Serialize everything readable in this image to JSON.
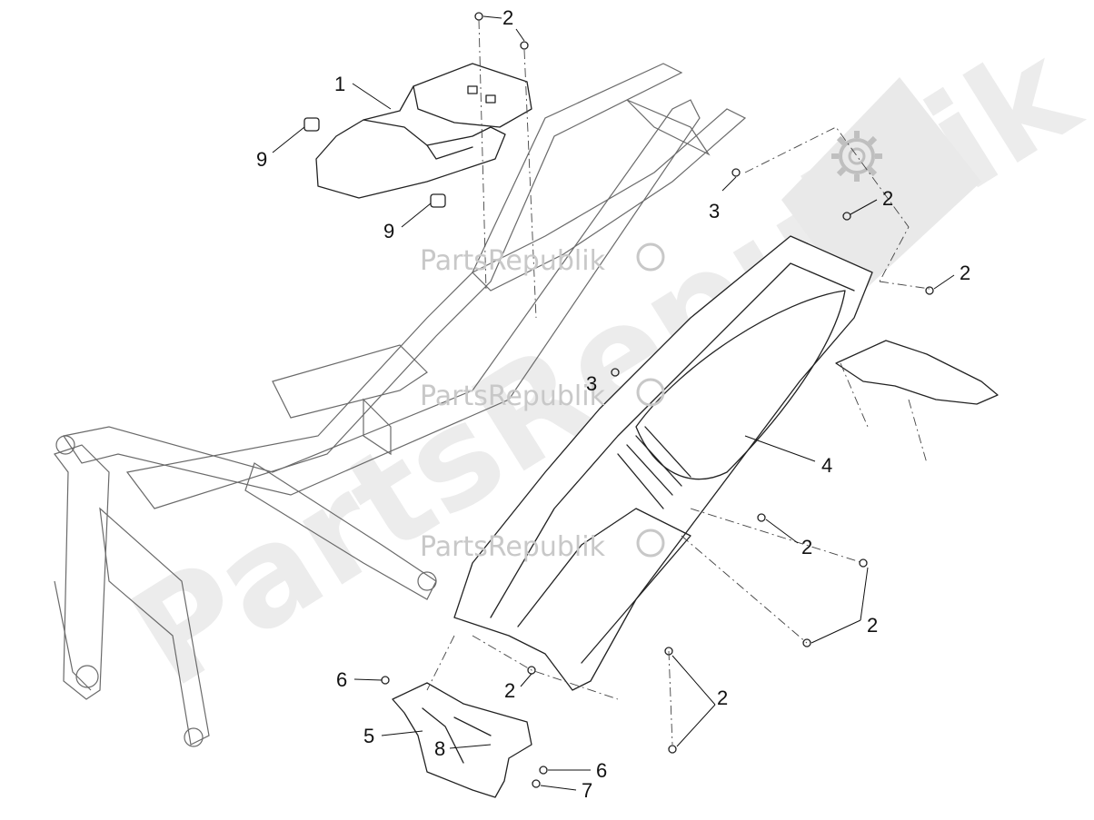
{
  "watermark": {
    "text": "PartsRepublik",
    "diagonal_text": "PartsRepublik",
    "logo_icon": "gear-icon"
  },
  "callouts": [
    {
      "id": "c1",
      "label": "1"
    },
    {
      "id": "c2a",
      "label": "2"
    },
    {
      "id": "c2b",
      "label": "2"
    },
    {
      "id": "c2c",
      "label": "2"
    },
    {
      "id": "c2d",
      "label": "2"
    },
    {
      "id": "c2e",
      "label": "2"
    },
    {
      "id": "c2f",
      "label": "2"
    },
    {
      "id": "c2g",
      "label": "2"
    },
    {
      "id": "c3a",
      "label": "3"
    },
    {
      "id": "c3b",
      "label": "3"
    },
    {
      "id": "c4",
      "label": "4"
    },
    {
      "id": "c5",
      "label": "5"
    },
    {
      "id": "c6a",
      "label": "6"
    },
    {
      "id": "c6b",
      "label": "6"
    },
    {
      "id": "c7",
      "label": "7"
    },
    {
      "id": "c8",
      "label": "8"
    },
    {
      "id": "c9a",
      "label": "9"
    },
    {
      "id": "c9b",
      "label": "9"
    }
  ]
}
